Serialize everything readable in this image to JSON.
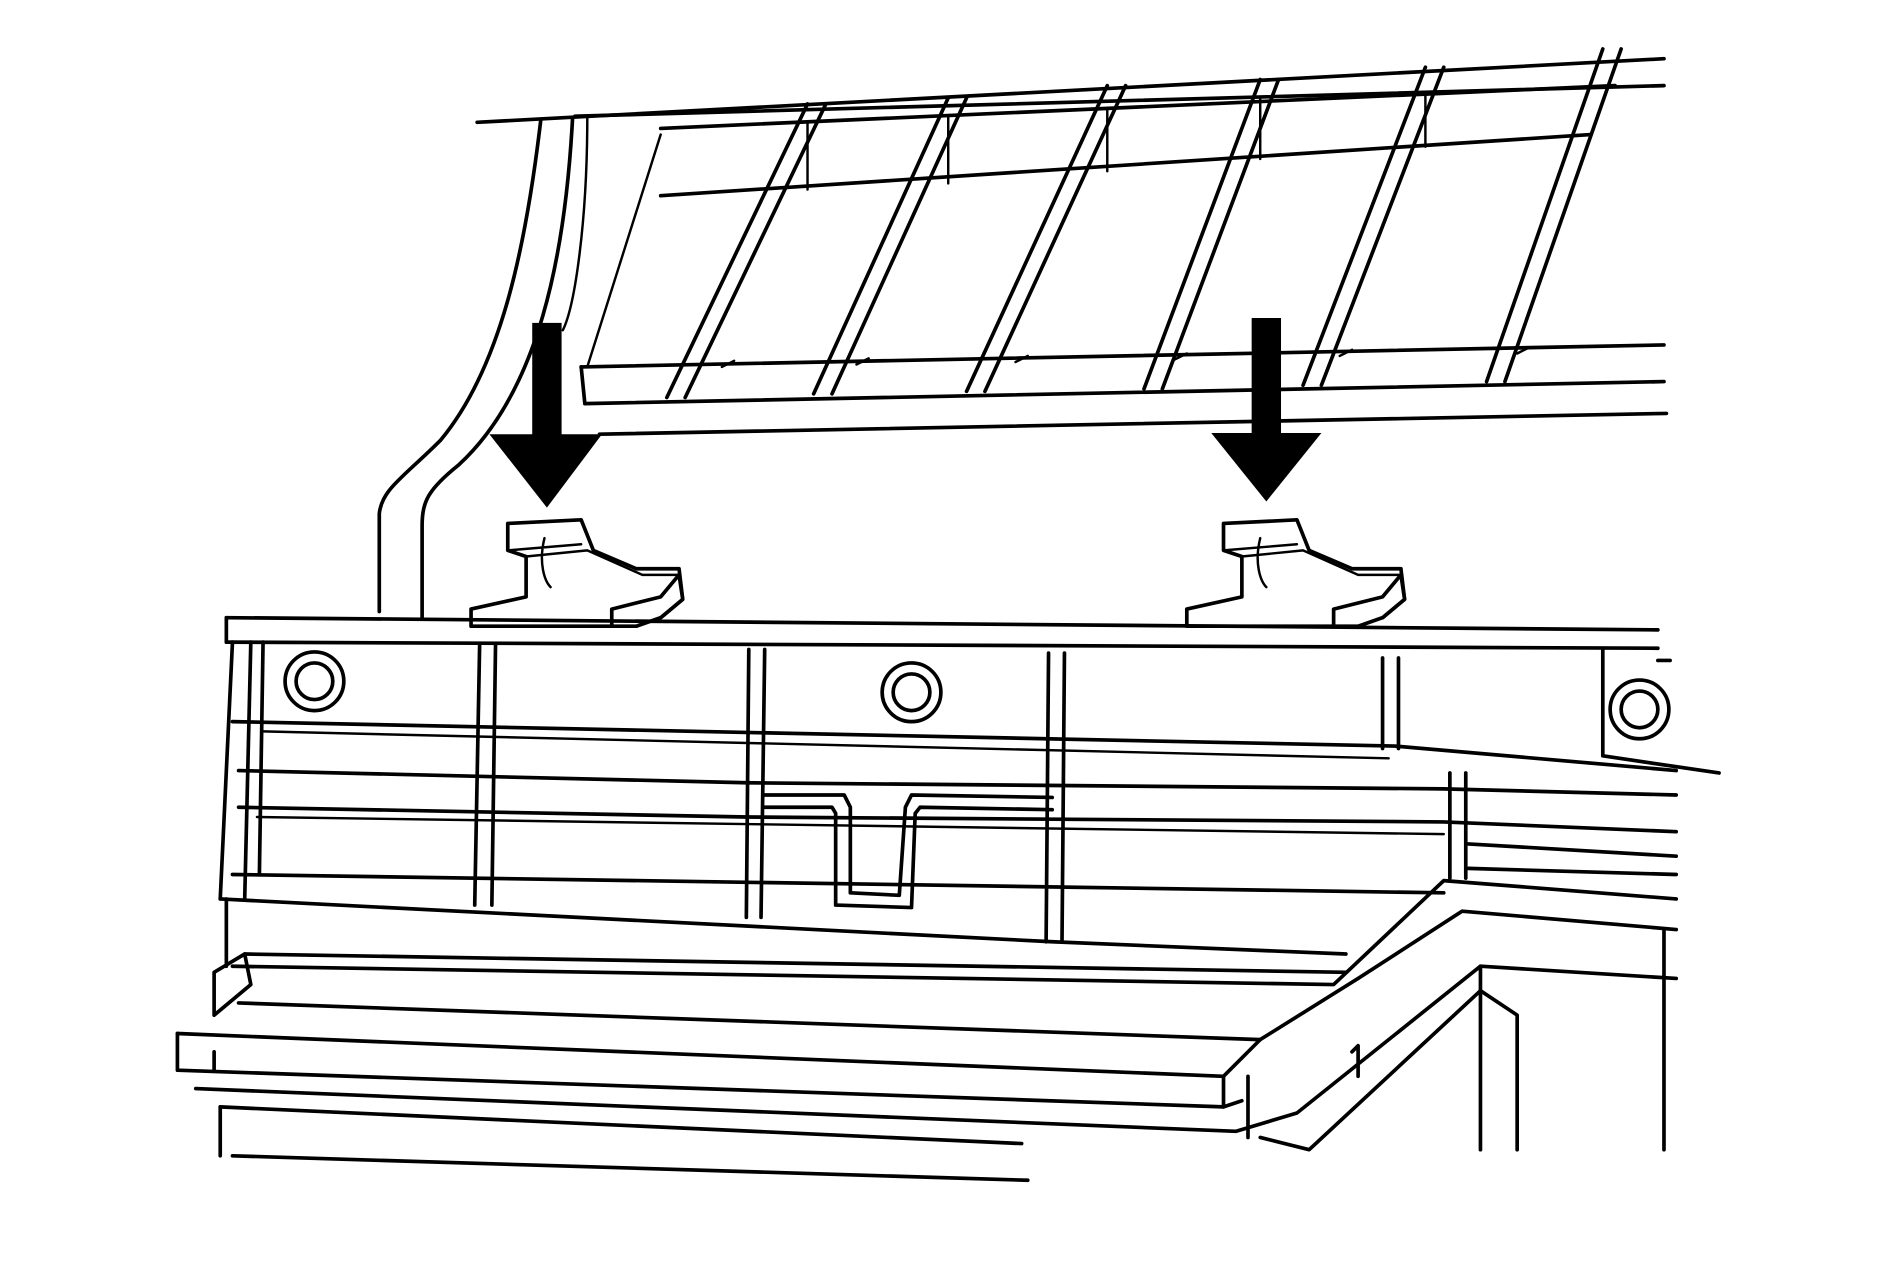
{
  "diagram": {
    "subject": "",
    "arrow_color": "#000000",
    "line_color": "#000000",
    "background": "#ffffff",
    "arrows": [
      {
        "direction": "down",
        "target": "clip"
      },
      {
        "direction": "down",
        "target": "clip"
      }
    ]
  }
}
